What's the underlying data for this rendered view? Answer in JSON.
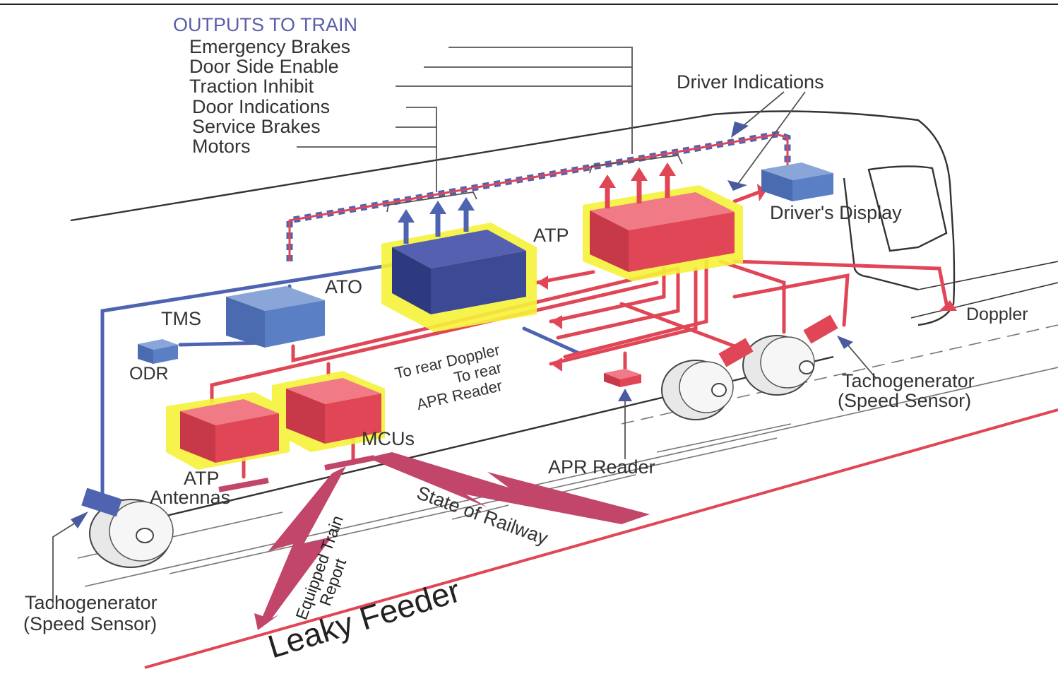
{
  "outputs": {
    "heading": "OUTPUTS TO TRAIN",
    "items": [
      "Emergency Brakes",
      "Door Side Enable",
      "Traction Inhibit",
      "Door Indications",
      "Service Brakes",
      "Motors"
    ]
  },
  "labels": {
    "driver_indications": "Driver Indications",
    "drivers_display": "Driver's Display",
    "atp_top": "ATP",
    "ato": "ATO",
    "tms": "TMS",
    "odr": "ODR",
    "doppler": "Doppler",
    "to_rear_doppler": "To rear Doppler",
    "to_rear": "To rear",
    "apr_reader_small": "APR Reader",
    "tacho_right_1": "Tachogenerator",
    "tacho_right_2": "(Speed Sensor)",
    "mcus": "MCUs",
    "atp_bottom": "ATP",
    "antennas": "Antennas",
    "apr_reader": "APR Reader",
    "state_of_railway": "State of Railway",
    "equipped_train_report_1": "Equipped Train",
    "equipped_train_report_2": "Report",
    "tacho_left_1": "Tachogenerator",
    "tacho_left_2": "(Speed Sensor)",
    "leaky_feeder": "Leaky Feeder"
  },
  "colors": {
    "ato_box": "#3c4a96",
    "atp_box": "#e04656",
    "blue_box": "#5b7fc4",
    "highlight": "#f6f23a",
    "red_line": "#e04656",
    "blue_line": "#4e64b0",
    "lightning": "#c2456a"
  }
}
